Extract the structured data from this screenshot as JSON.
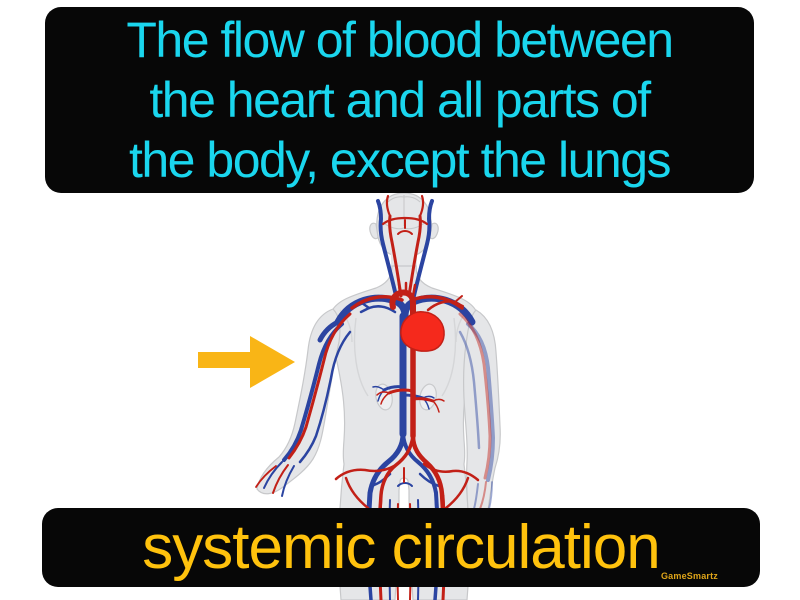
{
  "definition_banner": {
    "lines": [
      "The flow of blood between",
      "the heart and all parts of",
      "the body, except the lungs"
    ],
    "text_color": "#1AD6EE",
    "background_color": "#070707"
  },
  "term_banner": {
    "text": "systemic circulation",
    "text_color": "#FFC20D",
    "background_color": "#070707"
  },
  "watermark": {
    "text": "GameSmartz",
    "color": "#DFA519"
  },
  "arrow_icon": {
    "direction": "right",
    "color": "#F9B516"
  },
  "illustration": {
    "name": "systemic-circulation-body-diagram",
    "artery_color": "#C22017",
    "vein_color": "#2B44A1",
    "heart_color": "#F5291C",
    "body_color": "#E5E6E8",
    "outline_color": "#C7C8CA"
  }
}
